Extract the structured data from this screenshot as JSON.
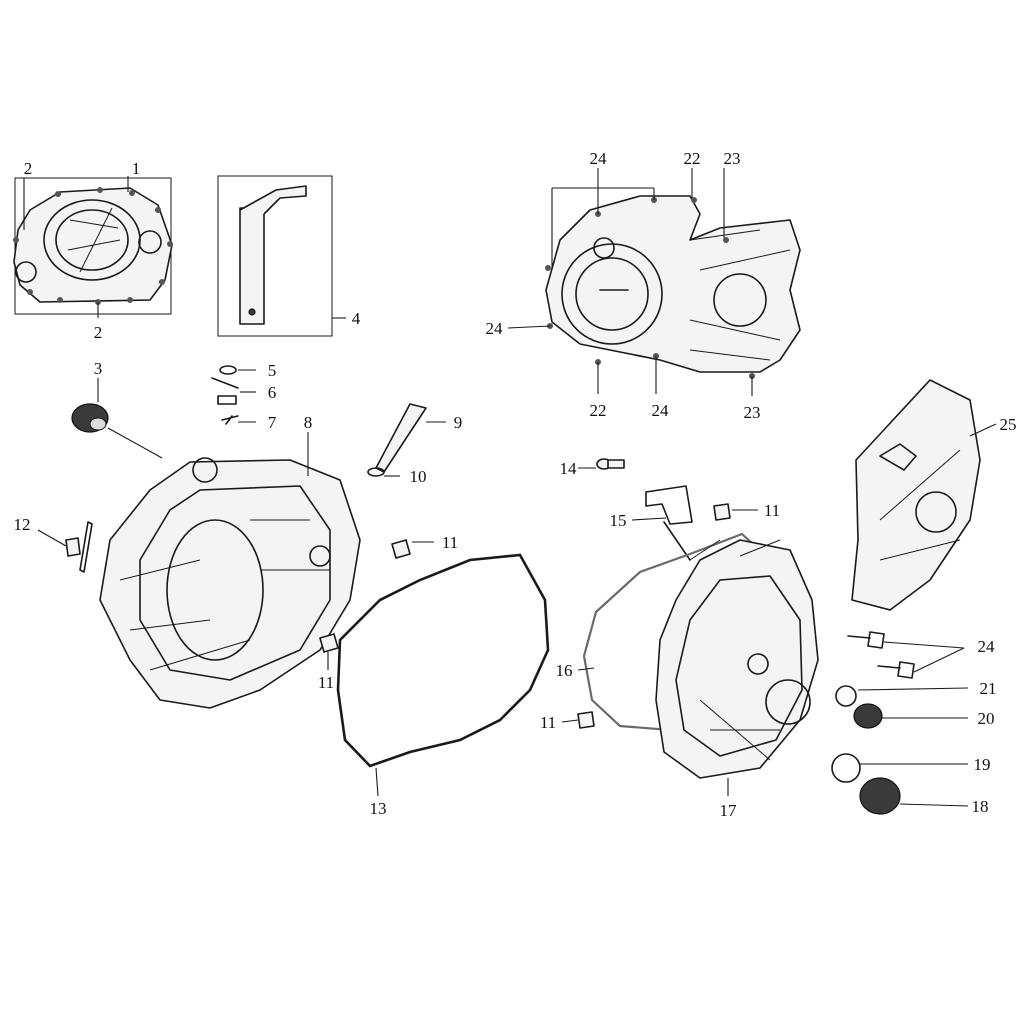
{
  "labels": {
    "l1": "1",
    "l2a": "2",
    "l2b": "2",
    "l3": "3",
    "l4": "4",
    "l5": "5",
    "l6": "6",
    "l7": "7",
    "l8": "8",
    "l9": "9",
    "l10": "10",
    "l11a": "11",
    "l11b": "11",
    "l11c": "11",
    "l11d": "11",
    "l12": "12",
    "l13": "13",
    "l14": "14",
    "l15": "15",
    "l16": "16",
    "l17": "17",
    "l18": "18",
    "l19": "19",
    "l20": "20",
    "l21": "21",
    "l22a": "22",
    "l22b": "22",
    "l23a": "23",
    "l23b": "23",
    "l24a": "24",
    "l24b": "24",
    "l24c": "24",
    "l24d": "24",
    "l25": "25"
  }
}
